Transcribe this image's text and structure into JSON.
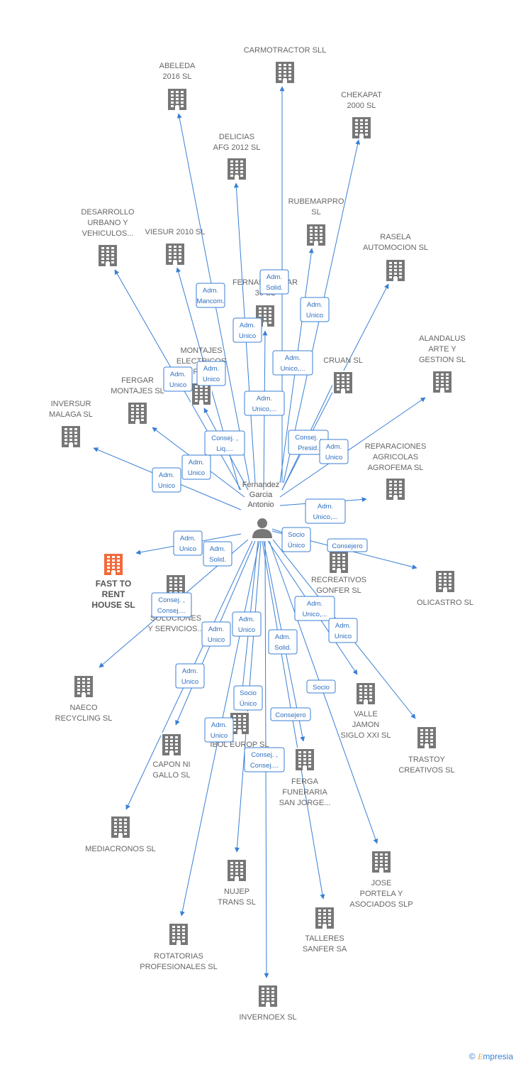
{
  "center": {
    "name_lines": [
      "Fernandez",
      "Garcia",
      "Antonio"
    ]
  },
  "colors": {
    "edge": "#3a7fd5",
    "building": "#777777",
    "highlight": "#f26a3a",
    "person": "#777777"
  },
  "nodes": [
    {
      "id": "carmotractor",
      "lines": [
        "CARMOTRACTOR SLL"
      ]
    },
    {
      "id": "abeleda",
      "lines": [
        "ABELEDA",
        "2016  SL"
      ]
    },
    {
      "id": "chekapat",
      "lines": [
        "CHEKAPAT",
        "2000 SL"
      ]
    },
    {
      "id": "delicias",
      "lines": [
        "DELICIAS",
        "AFG 2012 SL"
      ]
    },
    {
      "id": "rubemarpro",
      "lines": [
        "RUBEMARPRO",
        "SL"
      ]
    },
    {
      "id": "desarrollo",
      "lines": [
        "DESARROLLO",
        "URBANO Y",
        "VEHICULOS..."
      ]
    },
    {
      "id": "viesur",
      "lines": [
        "VIESUR 2010 SL"
      ]
    },
    {
      "id": "rasela",
      "lines": [
        "RASELA",
        "AUTOMOCION SL"
      ]
    },
    {
      "id": "fernandez36",
      "lines": [
        "FERNANDEZ VAR",
        "36  SL"
      ]
    },
    {
      "id": "alandalus",
      "lines": [
        "ALANDALUS",
        "ARTE Y",
        "GESTION  SL"
      ]
    },
    {
      "id": "montajes",
      "lines": [
        "MONTAJES",
        "ELECTRICOS",
        "FE..."
      ]
    },
    {
      "id": "cruan",
      "lines": [
        "CRUAN  SL"
      ]
    },
    {
      "id": "fergarmontajes",
      "lines": [
        "FERGAR",
        "MONTAJES  SL"
      ]
    },
    {
      "id": "inversur",
      "lines": [
        "INVERSUR",
        "MALAGA  SL"
      ]
    },
    {
      "id": "reparaciones",
      "lines": [
        "REPARACIONES",
        "AGRICOLAS",
        "AGROFEMA  SL"
      ]
    },
    {
      "id": "fasttorent",
      "lines": [
        "FAST TO",
        "RENT",
        "HOUSE  SL"
      ]
    },
    {
      "id": "recreativos",
      "lines": [
        "RECREATIVOS",
        "GONFER  SL"
      ]
    },
    {
      "id": "olicastro",
      "lines": [
        "OLICASTRO  SL"
      ]
    },
    {
      "id": "soluciones",
      "lines": [
        "SOLUCIONES",
        "Y SERVICIOS..."
      ]
    },
    {
      "id": "naeco",
      "lines": [
        "NAECO",
        "RECYCLING  SL"
      ]
    },
    {
      "id": "vallejamon",
      "lines": [
        "VALLE",
        "JAMON",
        "SIGLO XXI  SL"
      ]
    },
    {
      "id": "trastoy",
      "lines": [
        "TRASTOY",
        "CREATIVOS  SL"
      ]
    },
    {
      "id": "ibol",
      "lines": [
        "IBOL EUROP  SL"
      ]
    },
    {
      "id": "caponni",
      "lines": [
        "CAPON NI",
        "GALLO  SL"
      ]
    },
    {
      "id": "fergafuneraria",
      "lines": [
        "FERGA",
        "FUNERARIA",
        "SAN JORGE..."
      ]
    },
    {
      "id": "mediacronos",
      "lines": [
        "MEDIACRONOS SL"
      ]
    },
    {
      "id": "joseportela",
      "lines": [
        "JOSE",
        "PORTELA Y",
        "ASOCIADOS  SLP"
      ]
    },
    {
      "id": "nujep",
      "lines": [
        "NUJEP",
        "TRANS SL"
      ]
    },
    {
      "id": "talleres",
      "lines": [
        "TALLERES",
        "SANFER SA"
      ]
    },
    {
      "id": "rotatorias",
      "lines": [
        "ROTATORIAS",
        "PROFESIONALES SL"
      ]
    },
    {
      "id": "invernoex",
      "lines": [
        "INVERNOEX  SL"
      ]
    }
  ],
  "badges": [
    {
      "lines": [
        "Adm.",
        "Solid."
      ]
    },
    {
      "lines": [
        "Adm.",
        "Mancom."
      ]
    },
    {
      "lines": [
        "Adm.",
        "Unico"
      ]
    },
    {
      "lines": [
        "Adm.",
        "Unico"
      ]
    },
    {
      "lines": [
        "Adm.",
        "Unico,..."
      ]
    },
    {
      "lines": [
        "Adm.",
        "Unico"
      ]
    },
    {
      "lines": [
        "Adm.",
        "Unico"
      ]
    },
    {
      "lines": [
        "Adm.",
        "Unico,..."
      ]
    },
    {
      "lines": [
        "Consej. ,",
        "Liq...."
      ]
    },
    {
      "lines": [
        "Consej. ,",
        "Presid."
      ]
    },
    {
      "lines": [
        "Adm.",
        "Unico"
      ]
    },
    {
      "lines": [
        "Adm.",
        "Unico"
      ]
    },
    {
      "lines": [
        "Adm.",
        "Unico"
      ]
    },
    {
      "lines": [
        "Adm.",
        "Unico,..."
      ]
    },
    {
      "lines": [
        "Adm.",
        "Unico"
      ]
    },
    {
      "lines": [
        "Adm.",
        "Solid."
      ]
    },
    {
      "lines": [
        "Socio",
        "Único"
      ]
    },
    {
      "lines": [
        "Consejero"
      ]
    },
    {
      "lines": [
        "Consej. ,",
        "Consej...."
      ]
    },
    {
      "lines": [
        "Adm.",
        "Unico"
      ]
    },
    {
      "lines": [
        "Adm.",
        "Unico,..."
      ]
    },
    {
      "lines": [
        "Adm.",
        "Unico"
      ]
    },
    {
      "lines": [
        "Adm.",
        "Unico"
      ]
    },
    {
      "lines": [
        "Adm.",
        "Solid."
      ]
    },
    {
      "lines": [
        "Adm.",
        "Unico"
      ]
    },
    {
      "lines": [
        "Socio",
        "Único"
      ]
    },
    {
      "lines": [
        "Socio"
      ]
    },
    {
      "lines": [
        "Consejero"
      ]
    },
    {
      "lines": [
        "Adm.",
        "Unico"
      ]
    },
    {
      "lines": [
        "Consej. ,",
        "Consej...."
      ]
    }
  ],
  "footer": {
    "copyright": "©",
    "brand_initial": "E",
    "brand_rest": "mpresia"
  }
}
